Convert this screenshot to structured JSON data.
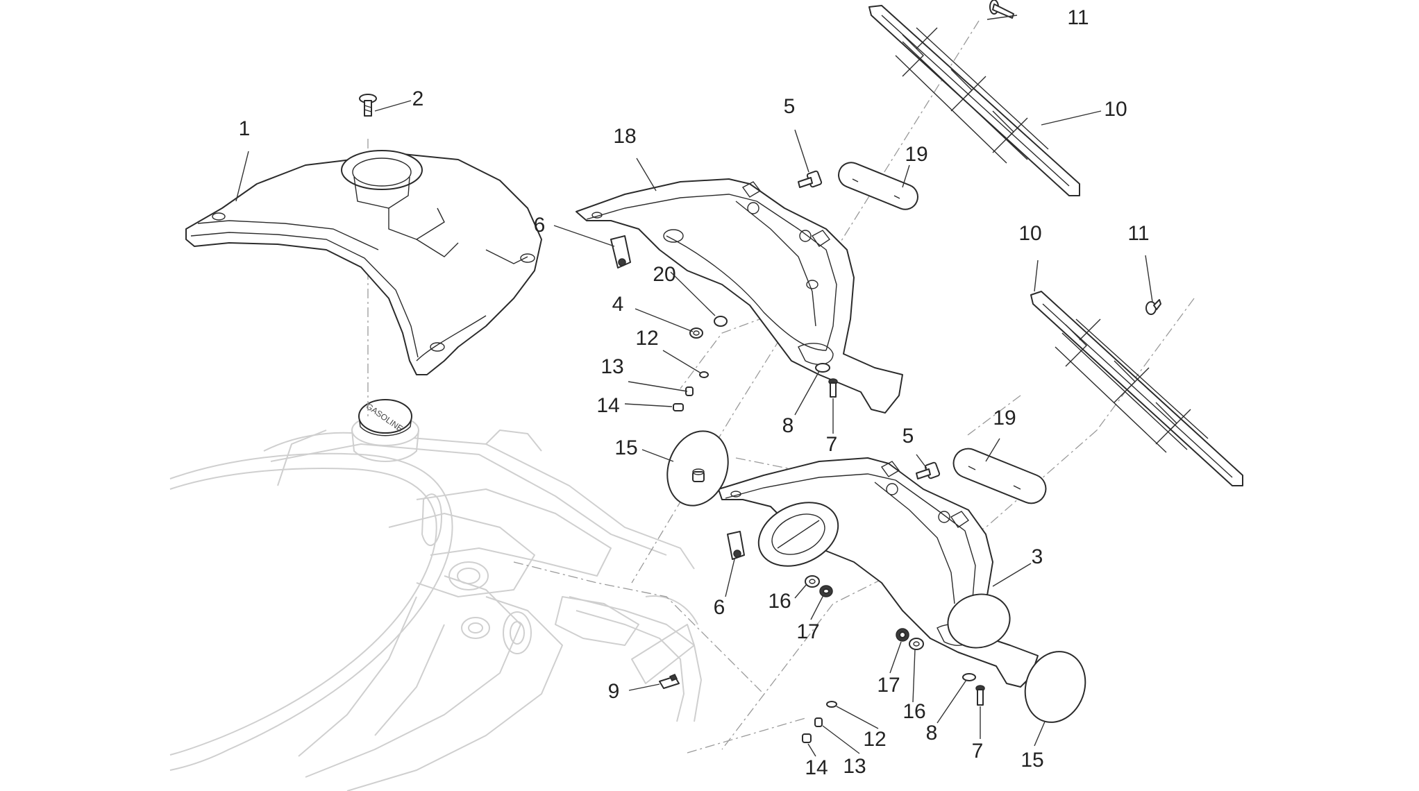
{
  "callouts": [
    "1",
    "2",
    "3",
    "4",
    "5",
    "5",
    "6",
    "6",
    "7",
    "7",
    "8",
    "8",
    "9",
    "10",
    "10",
    "11",
    "11",
    "12",
    "12",
    "13",
    "13",
    "14",
    "14",
    "15",
    "15",
    "16",
    "16",
    "17",
    "17",
    "18",
    "19",
    "19",
    "20"
  ],
  "tank_cap_text": "GASOLINE",
  "colors": {
    "line": "#2b2b2b",
    "frame": "#cfcfcf",
    "chain": "#9a9a9a",
    "background": "#ffffff"
  }
}
